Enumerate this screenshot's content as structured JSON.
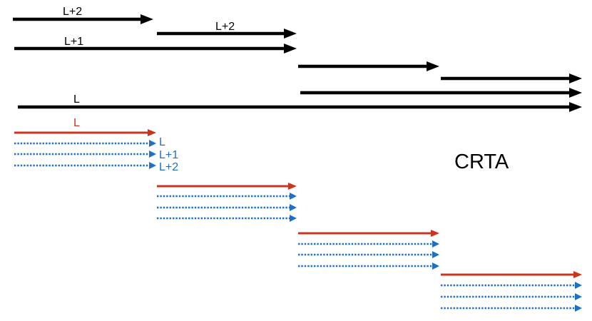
{
  "diagram": {
    "black_labels": [
      "L+2",
      "L+2",
      "L+1",
      "L"
    ],
    "red_label": "L",
    "blue_labels": [
      "L",
      "L+1",
      "L+2"
    ],
    "title": "CRTA",
    "colors": {
      "black": "#000000",
      "red": "#c9351f",
      "blue": "#1f6fc3"
    }
  }
}
